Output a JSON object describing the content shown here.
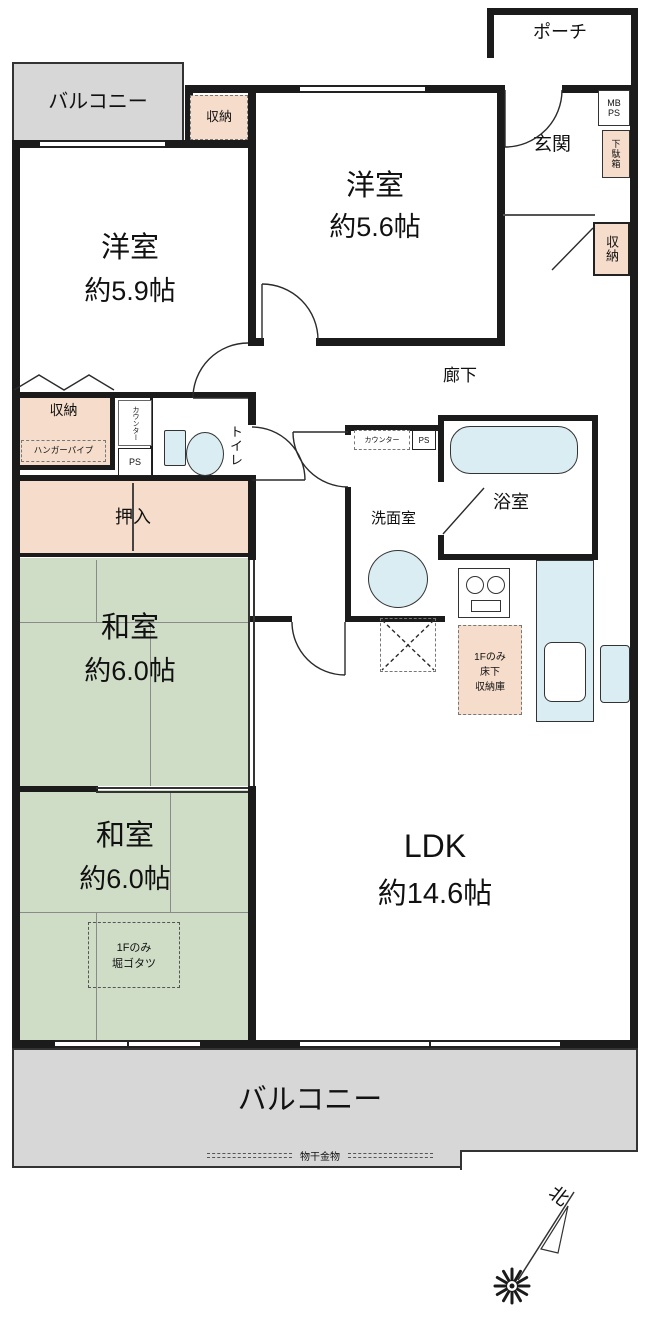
{
  "colors": {
    "wall": "#1b1b1b",
    "balcony_gray": "#d7d7d7",
    "tatami_green": "#cfdcc6",
    "closet_pink": "#f5dccb",
    "fixture_blue": "#d9edf2"
  },
  "rooms": {
    "porch": {
      "label": "ポーチ"
    },
    "balcony_top": {
      "label": "バルコニー"
    },
    "storage_top": {
      "label": "収納"
    },
    "western_room_small": {
      "name": "洋室",
      "size": "約5.6帖"
    },
    "entrance": {
      "label": "玄関"
    },
    "meter_box": {
      "line1": "MB",
      "line2": "PS"
    },
    "shoe_box": {
      "label": "下駄箱"
    },
    "entrance_storage": {
      "label": "収納"
    },
    "western_room_large": {
      "name": "洋室",
      "size": "約5.9帖"
    },
    "hallway": {
      "label": "廊下"
    },
    "closet_left": {
      "label": "収納",
      "sub_label": "ハンガーパイプ"
    },
    "toilet_counter": {
      "label": "カウンター"
    },
    "toilet_ps": {
      "label": "PS"
    },
    "toilet": {
      "label": "トイレ"
    },
    "oshiire": {
      "label": "押入"
    },
    "washroom": {
      "label": "洗面室",
      "counter": "カウンター",
      "ps": "PS"
    },
    "bathroom": {
      "label": "浴室"
    },
    "japanese_room_1": {
      "name": "和室",
      "size": "約6.0帖"
    },
    "underfloor_storage": {
      "line1": "1Fのみ",
      "line2": "床下",
      "line3": "収納庫"
    },
    "ldk": {
      "name": "LDK",
      "size": "約14.6帖"
    },
    "japanese_room_2": {
      "name": "和室",
      "size": "約6.0帖"
    },
    "kotatsu": {
      "line1": "1Fのみ",
      "line2": "堀ゴタツ"
    },
    "balcony_bottom": {
      "label": "バルコニー",
      "hardware": "物干金物"
    },
    "compass": {
      "north": "北"
    }
  }
}
